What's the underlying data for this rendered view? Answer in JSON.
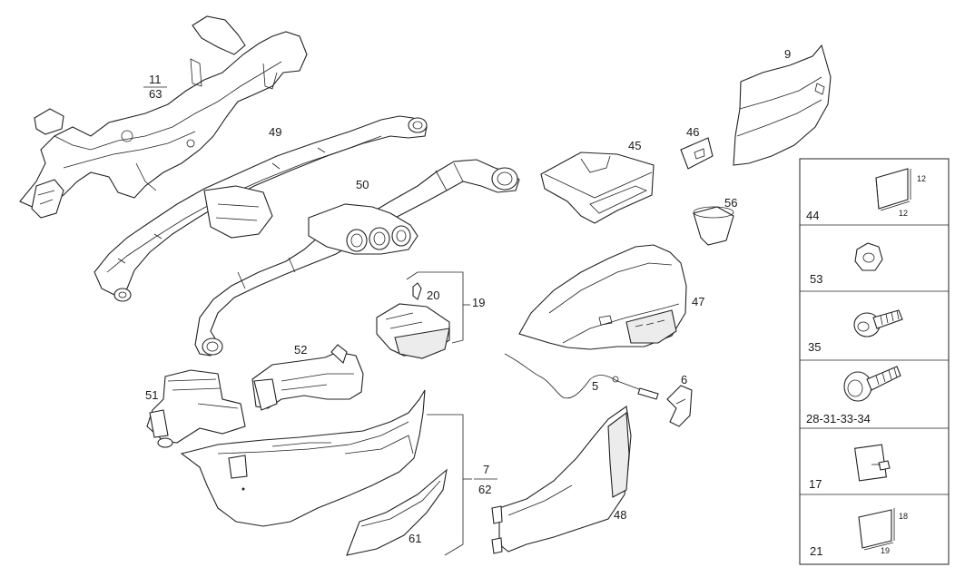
{
  "diagram": {
    "callouts": {
      "c11": "11",
      "c63": "63",
      "c49": "49",
      "c50": "50",
      "c20": "20",
      "c19": "19",
      "c52": "52",
      "c51": "51",
      "c7": "7",
      "c62": "62",
      "c61": "61",
      "c47": "47",
      "c5": "5",
      "c6": "6",
      "c48": "48",
      "c45": "45",
      "c46": "46",
      "c56": "56",
      "c9": "9"
    },
    "side_panel": [
      {
        "label": "44",
        "dim_a": "12",
        "dim_b": "12",
        "icon": "square-pad-icon"
      },
      {
        "label": "53",
        "icon": "hex-nut-icon"
      },
      {
        "label": "35",
        "icon": "flange-screw-icon"
      },
      {
        "label": "28-31-33-34",
        "icon": "bolt-icon"
      },
      {
        "label": "17",
        "icon": "clip-icon"
      },
      {
        "label": "21",
        "dim_a": "18",
        "dim_b": "19",
        "icon": "foam-pad-icon"
      }
    ]
  }
}
